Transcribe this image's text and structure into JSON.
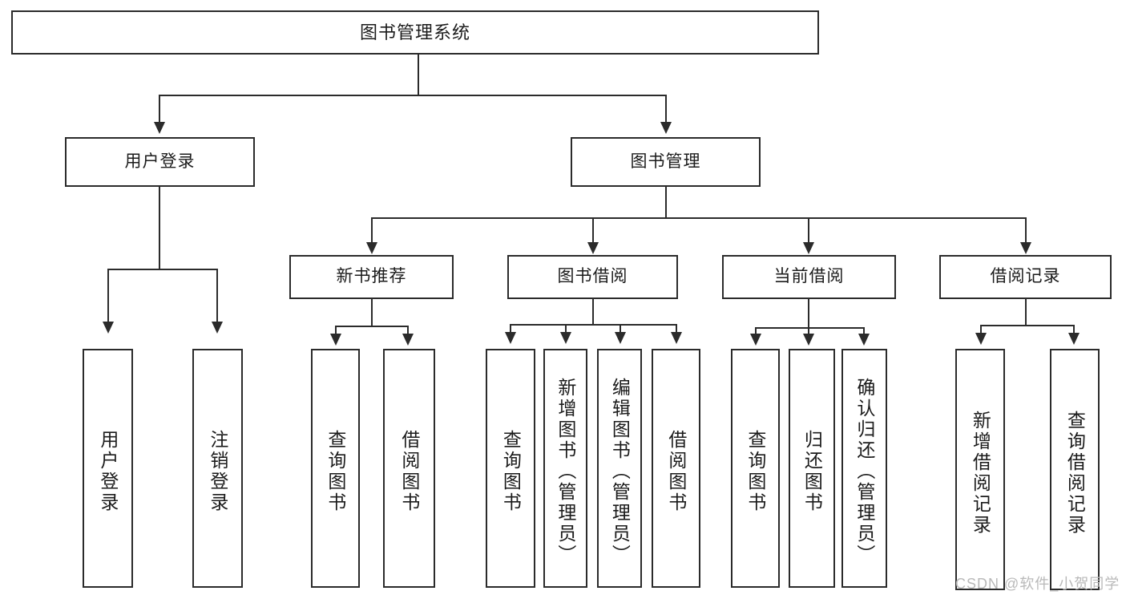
{
  "diagram": {
    "title": "图书管理系统",
    "root": {
      "label": "图书管理系统"
    },
    "level2": [
      {
        "label": "用户登录"
      },
      {
        "label": "图书管理"
      }
    ],
    "level3": [
      {
        "label": "新书推荐"
      },
      {
        "label": "图书借阅"
      },
      {
        "label": "当前借阅"
      },
      {
        "label": "借阅记录"
      }
    ],
    "leaves": [
      {
        "label": "用户登录",
        "parent": "用户登录"
      },
      {
        "label": "注销登录",
        "parent": "用户登录"
      },
      {
        "label": "查询图书",
        "parent": "新书推荐"
      },
      {
        "label": "借阅图书",
        "parent": "新书推荐"
      },
      {
        "label": "查询图书",
        "parent": "图书借阅"
      },
      {
        "label": "新增图书（管理员）",
        "parent": "图书借阅"
      },
      {
        "label": "编辑图书（管理员）",
        "parent": "图书借阅"
      },
      {
        "label": "借阅图书",
        "parent": "图书借阅"
      },
      {
        "label": "查询图书",
        "parent": "当前借阅"
      },
      {
        "label": "归还图书",
        "parent": "当前借阅"
      },
      {
        "label": "确认归还（管理员）",
        "parent": "当前借阅"
      },
      {
        "label": "新增借阅记录",
        "parent": "借阅记录"
      },
      {
        "label": "查询借阅记录",
        "parent": "借阅记录"
      }
    ]
  },
  "watermark": {
    "text": "CSDN @软件_小贺同学"
  },
  "colors": {
    "stroke": "#2b2b2b",
    "background": "#ffffff",
    "text": "#1b1b1b",
    "watermark": "#b9b9b9"
  }
}
